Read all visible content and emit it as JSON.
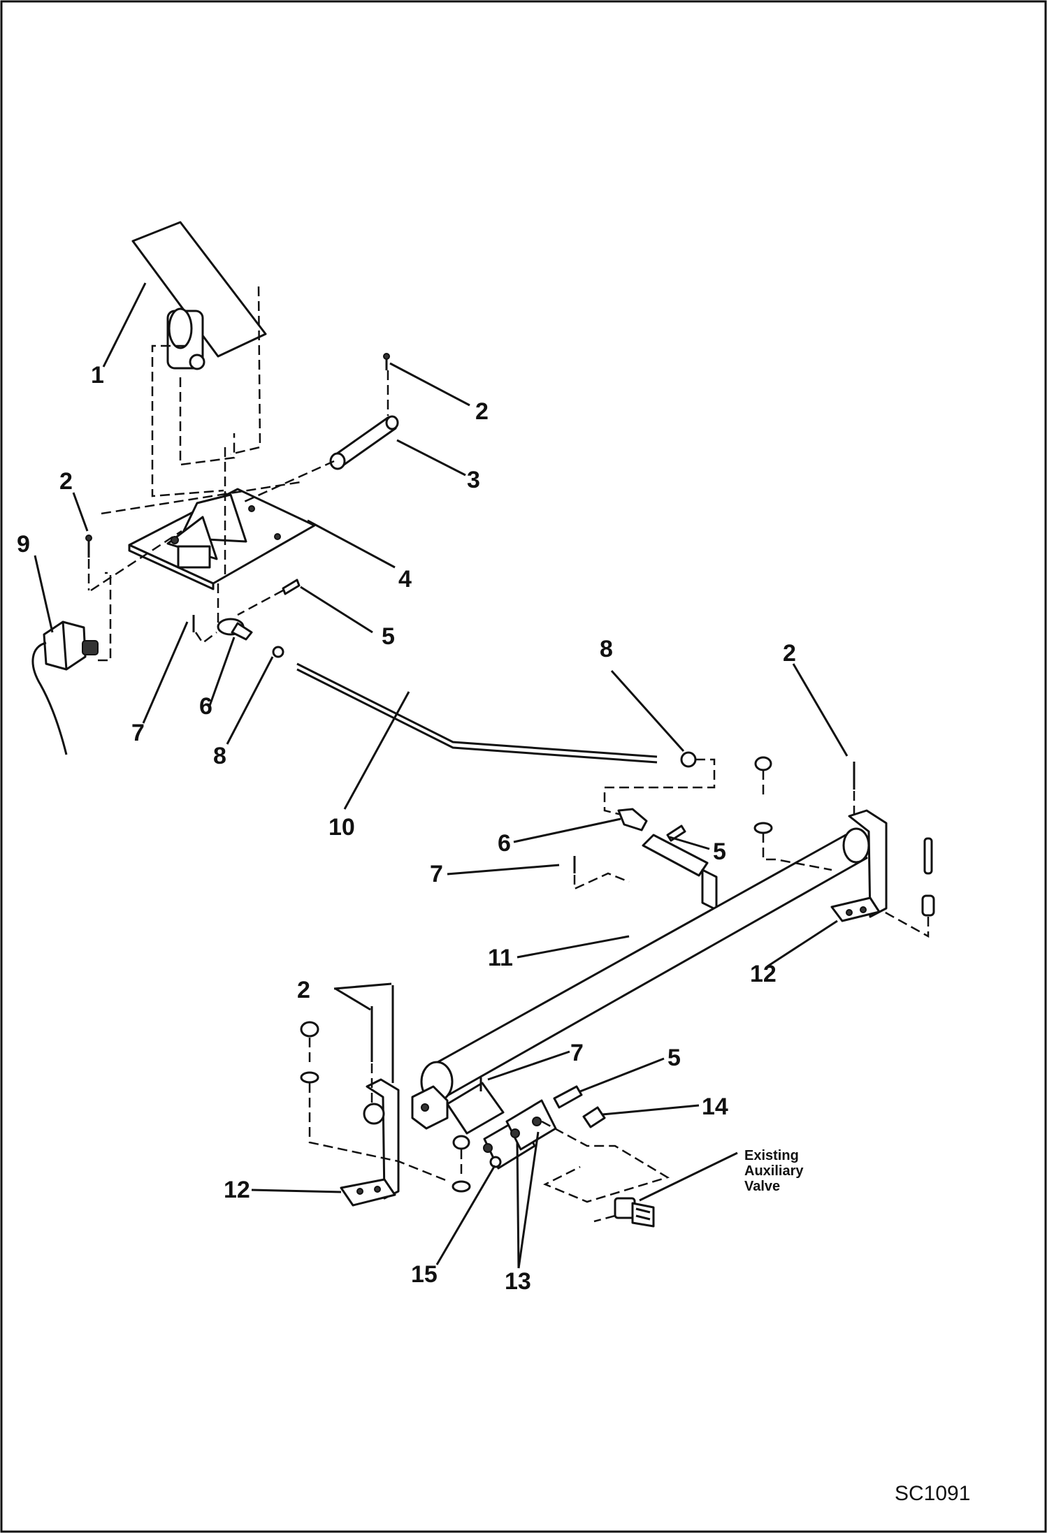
{
  "drawing_code": "SC1091",
  "callouts": {
    "c1": "1",
    "c2a": "2",
    "c3": "3",
    "c2b": "2",
    "c4": "4",
    "c9": "9",
    "c5a": "5",
    "c7a": "7",
    "c6a": "6",
    "c8a": "8",
    "c10": "10",
    "c8b": "8",
    "c2c": "2",
    "c6b": "6",
    "c5b": "5",
    "c7b": "7",
    "c11": "11",
    "c12a": "12",
    "c2d": "2",
    "c7c": "7",
    "c5c": "5",
    "c14": "14",
    "c12b": "12",
    "c15": "15",
    "c13": "13"
  },
  "note": {
    "line1": "Existing",
    "line2": "Auxiliary",
    "line3": "Valve"
  },
  "icons": {
    "pedal": "pedal-icon",
    "switch": "switch-icon",
    "shaft": "torque-tube-icon",
    "valve": "valve-icon"
  }
}
